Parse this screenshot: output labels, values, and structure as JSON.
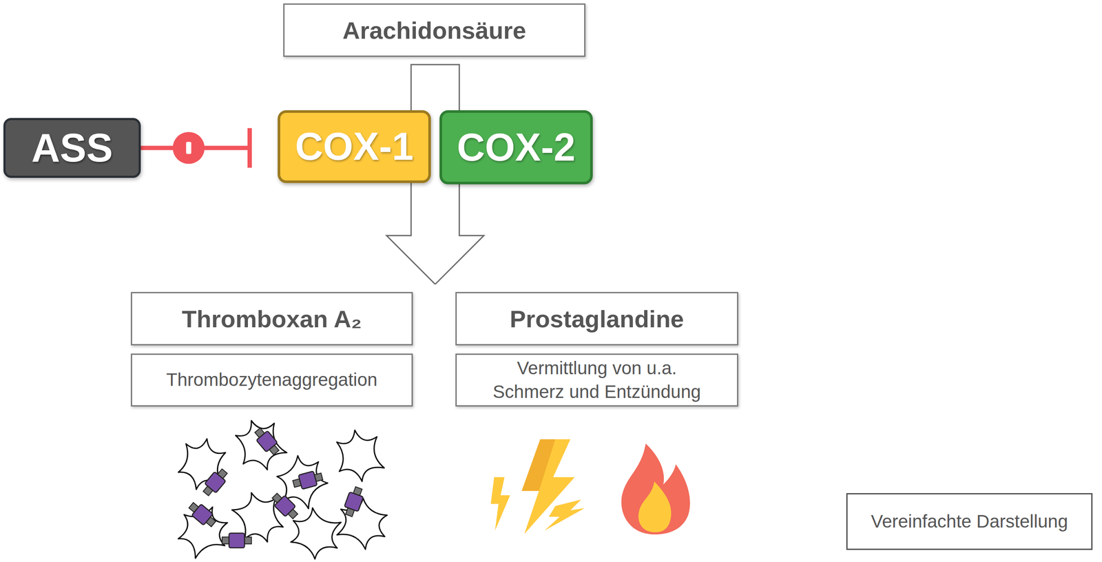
{
  "diagram": {
    "nodes": [
      {
        "text": [
          "Arachidonsäure"
        ]
      },
      {
        "text": [
          "ASS"
        ]
      },
      {
        "text": [
          "COX-1"
        ]
      },
      {
        "text": [
          "COX-2"
        ]
      },
      {
        "text": [
          "Thromboxan A₂"
        ]
      },
      {
        "text": [
          "Thrombozytenaggregation"
        ]
      },
      {
        "text": [
          "Prostaglandine"
        ]
      },
      {
        "text": [
          "Vermittlung von u.a. Schmerz und Entzündung"
        ]
      },
      {
        "text": [
          "Vereinfachte Darstellung"
        ]
      }
    ],
    "edges": [
      {
        "from": 1,
        "to": 2,
        "arrow": "to"
      },
      {
        "from": 0,
        "to": 4,
        "arrow": "to"
      },
      {
        "from": 0,
        "to": 6,
        "arrow": "to"
      }
    ]
  }
}
